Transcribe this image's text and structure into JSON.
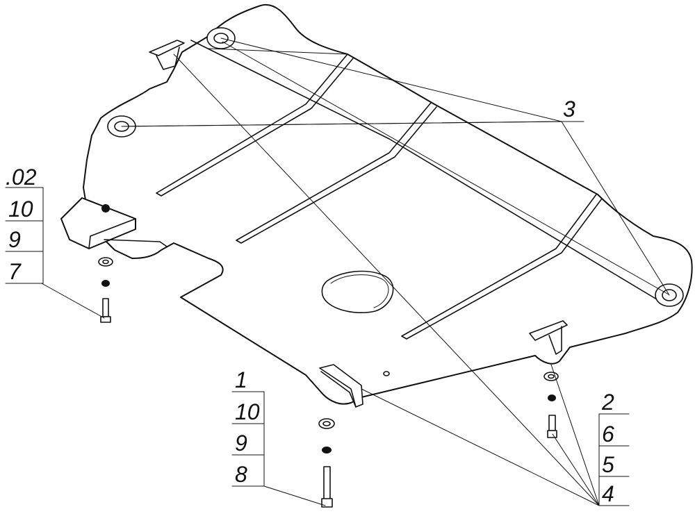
{
  "callouts": {
    "part_3": "3",
    "left_stack": [
      ".02",
      "10",
      "9",
      "7"
    ],
    "center_stack": [
      "1",
      "10",
      "9",
      "8"
    ],
    "right_stack": [
      "2",
      "6",
      "5",
      "4"
    ]
  }
}
